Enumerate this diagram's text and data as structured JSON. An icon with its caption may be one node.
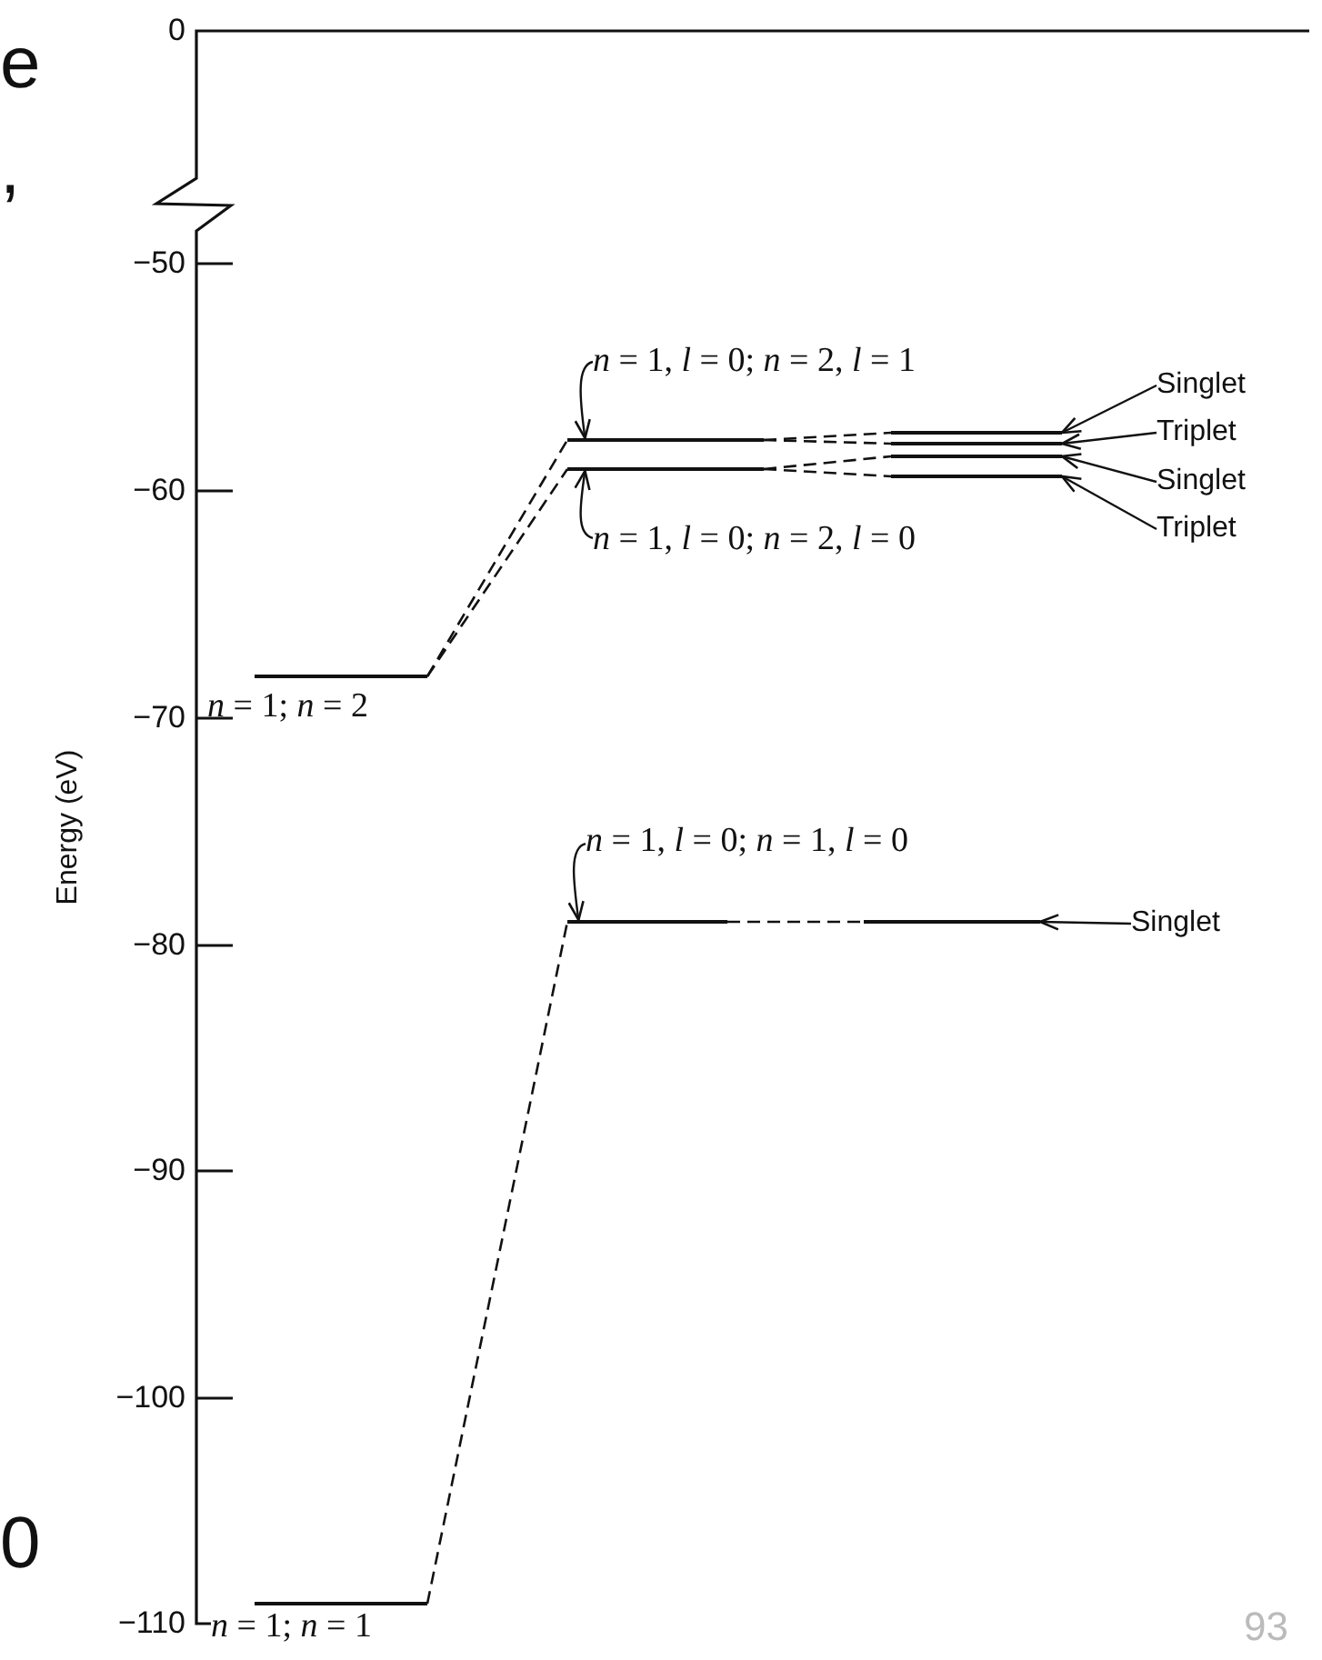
{
  "diagram": {
    "nodes": [
      {
        "text": [],
        "shape": "bar",
        "beside": [
          "*n* = 1; *n* = 1"
        ]
      },
      {
        "text": [],
        "shape": "bar",
        "beside": [
          "*n* = 1; *n* = 2"
        ]
      },
      {
        "text": [],
        "shape": "bar"
      },
      {
        "text": [
          "*n* = 1, *l* = 0; *n* = 1, *l* = 0"
        ]
      },
      {
        "text": [],
        "shape": "bar"
      },
      {
        "text": [
          "Singlet"
        ]
      },
      {
        "text": [],
        "shape": "bar"
      },
      {
        "text": [],
        "shape": "bar"
      },
      {
        "text": [
          "*n* = 1, *l* = 0; *n* = 2, *l* = 1"
        ]
      },
      {
        "text": [
          "*n* = 1, *l* = 0; *n* = 2, *l* = 0"
        ]
      },
      {
        "text": [],
        "shape": "bar"
      },
      {
        "text": [],
        "shape": "bar"
      },
      {
        "text": [],
        "shape": "bar"
      },
      {
        "text": [],
        "shape": "bar"
      },
      {
        "text": [
          "Singlet"
        ]
      },
      {
        "text": [
          "Triplet"
        ]
      },
      {
        "text": [
          "Singlet"
        ]
      },
      {
        "text": [
          "Triplet"
        ]
      }
    ],
    "edges": [
      {
        "from": 0,
        "to": 2,
        "arrow": "none",
        "style": "dashed"
      },
      {
        "from": 1,
        "to": 6,
        "arrow": "none",
        "style": "dashed"
      },
      {
        "from": 1,
        "to": 7,
        "arrow": "none",
        "style": "dashed"
      },
      {
        "from": 2,
        "to": 4,
        "arrow": "none",
        "style": "dashed"
      },
      {
        "from": 6,
        "to": 10,
        "arrow": "none",
        "style": "dashed"
      },
      {
        "from": 6,
        "to": 11,
        "arrow": "none",
        "style": "dashed"
      },
      {
        "from": 7,
        "to": 12,
        "arrow": "none",
        "style": "dashed"
      },
      {
        "from": 7,
        "to": 13,
        "arrow": "none",
        "style": "dashed"
      },
      {
        "from": 3,
        "to": 2,
        "arrow": "to"
      },
      {
        "from": 5,
        "to": 4,
        "arrow": "to"
      },
      {
        "from": 8,
        "to": 6,
        "arrow": "to"
      },
      {
        "from": 9,
        "to": 7,
        "arrow": "to"
      },
      {
        "from": 14,
        "to": 10,
        "arrow": "to"
      },
      {
        "from": 15,
        "to": 11,
        "arrow": "to"
      },
      {
        "from": 16,
        "to": 12,
        "arrow": "to"
      },
      {
        "from": 17,
        "to": 13,
        "arrow": "to"
      }
    ],
    "labels": [
      "e",
      "0",
      ",",
      "−50",
      "−60",
      "−70",
      "Energy (eV)",
      "−80",
      "−90",
      "−100",
      "0",
      "−110",
      "93"
    ]
  }
}
